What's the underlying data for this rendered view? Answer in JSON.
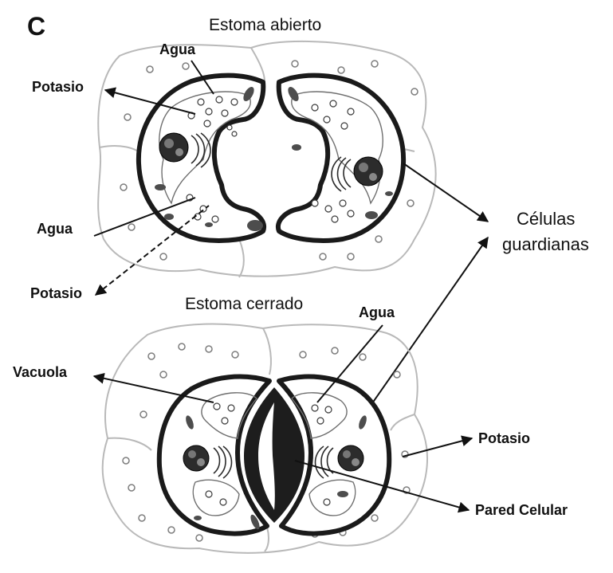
{
  "panel_letter": "C",
  "open_stoma": {
    "title": "Estoma abierto",
    "labels": {
      "water_top": "Agua",
      "potassium_top": "Potasio",
      "water_left": "Agua",
      "potassium_bottom": "Potasio"
    }
  },
  "closed_stoma": {
    "title": "Estoma cerrado",
    "labels": {
      "water": "Agua",
      "vacuole": "Vacuola",
      "potassium": "Potasio",
      "cell_wall": "Pared Celular"
    }
  },
  "shared": {
    "guard_cells_line1": "Células",
    "guard_cells_line2": "guardianas"
  }
}
